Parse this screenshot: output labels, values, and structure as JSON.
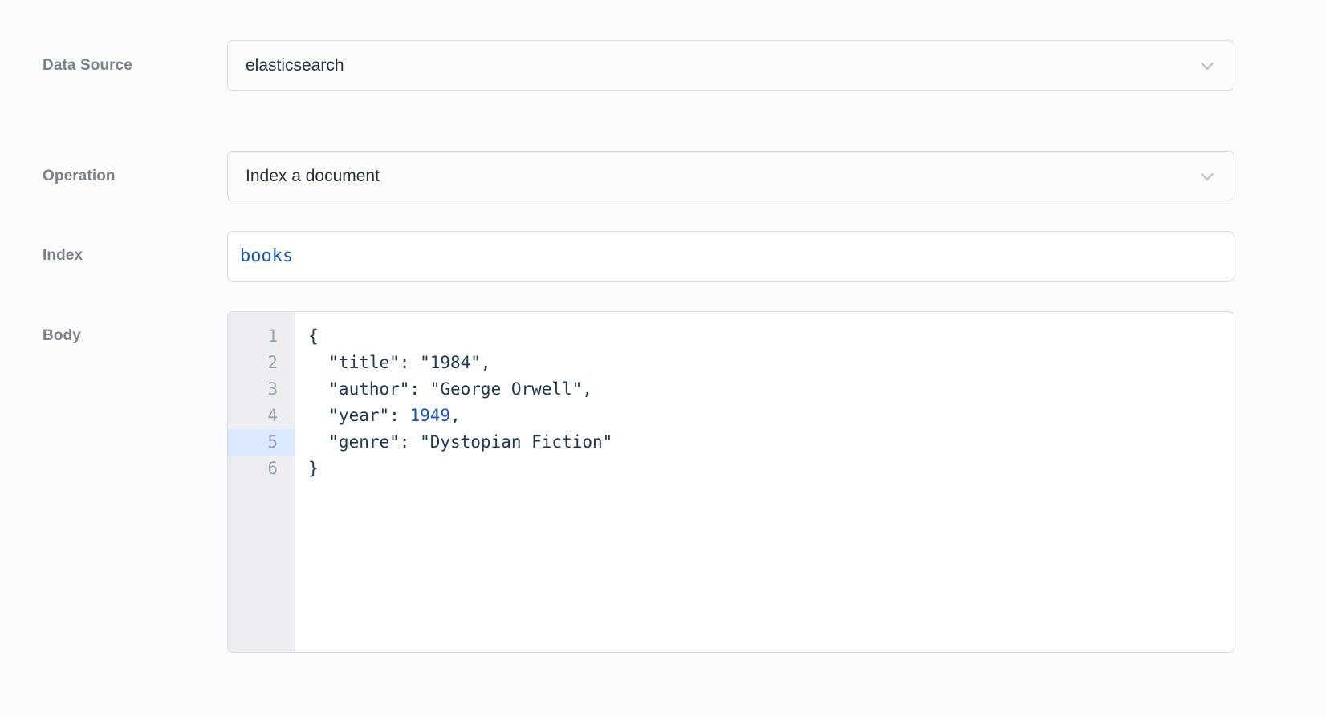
{
  "form": {
    "fields": [
      {
        "label": "Data Source",
        "type": "select",
        "value": "elasticsearch",
        "icon": "chevron-down-icon",
        "name": "data-source"
      },
      {
        "label": "Operation",
        "type": "select",
        "value": "Index a document",
        "icon": "chevron-down-icon",
        "name": "operation"
      },
      {
        "label": "Index",
        "type": "text",
        "value": "books",
        "name": "index"
      },
      {
        "label": "Body",
        "type": "code",
        "name": "body"
      }
    ]
  },
  "body_editor": {
    "line_numbers": [
      "1",
      "2",
      "3",
      "4",
      "5",
      "6"
    ],
    "active_line": 5,
    "lines": [
      "{",
      "  \"title\": \"1984\",",
      "  \"author\": \"George Orwell\",",
      "  \"year\": 1949,",
      "  \"genre\": \"Dystopian Fiction\"",
      "}"
    ],
    "line_1": "{",
    "line_2": "  \"title\": \"1984\",",
    "line_3": "  \"author\": \"George Orwell\",",
    "line_4_pre": "  \"year\": ",
    "line_4_num": "1949",
    "line_4_post": ",",
    "line_5": "  \"genre\": \"Dystopian Fiction\"",
    "line_6": "}"
  },
  "colors": {
    "page_background": "#fbfbfc",
    "label_text": "#7a818c",
    "field_border": "#d9dde3",
    "select_text": "#25303f",
    "input_value_accent": "#1555c0",
    "code_text": "#1c3858",
    "code_number": "#1555c0",
    "gutter_background": "#eceef1",
    "gutter_text": "#9aa3af",
    "active_line_highlight": "#dbeafe"
  }
}
